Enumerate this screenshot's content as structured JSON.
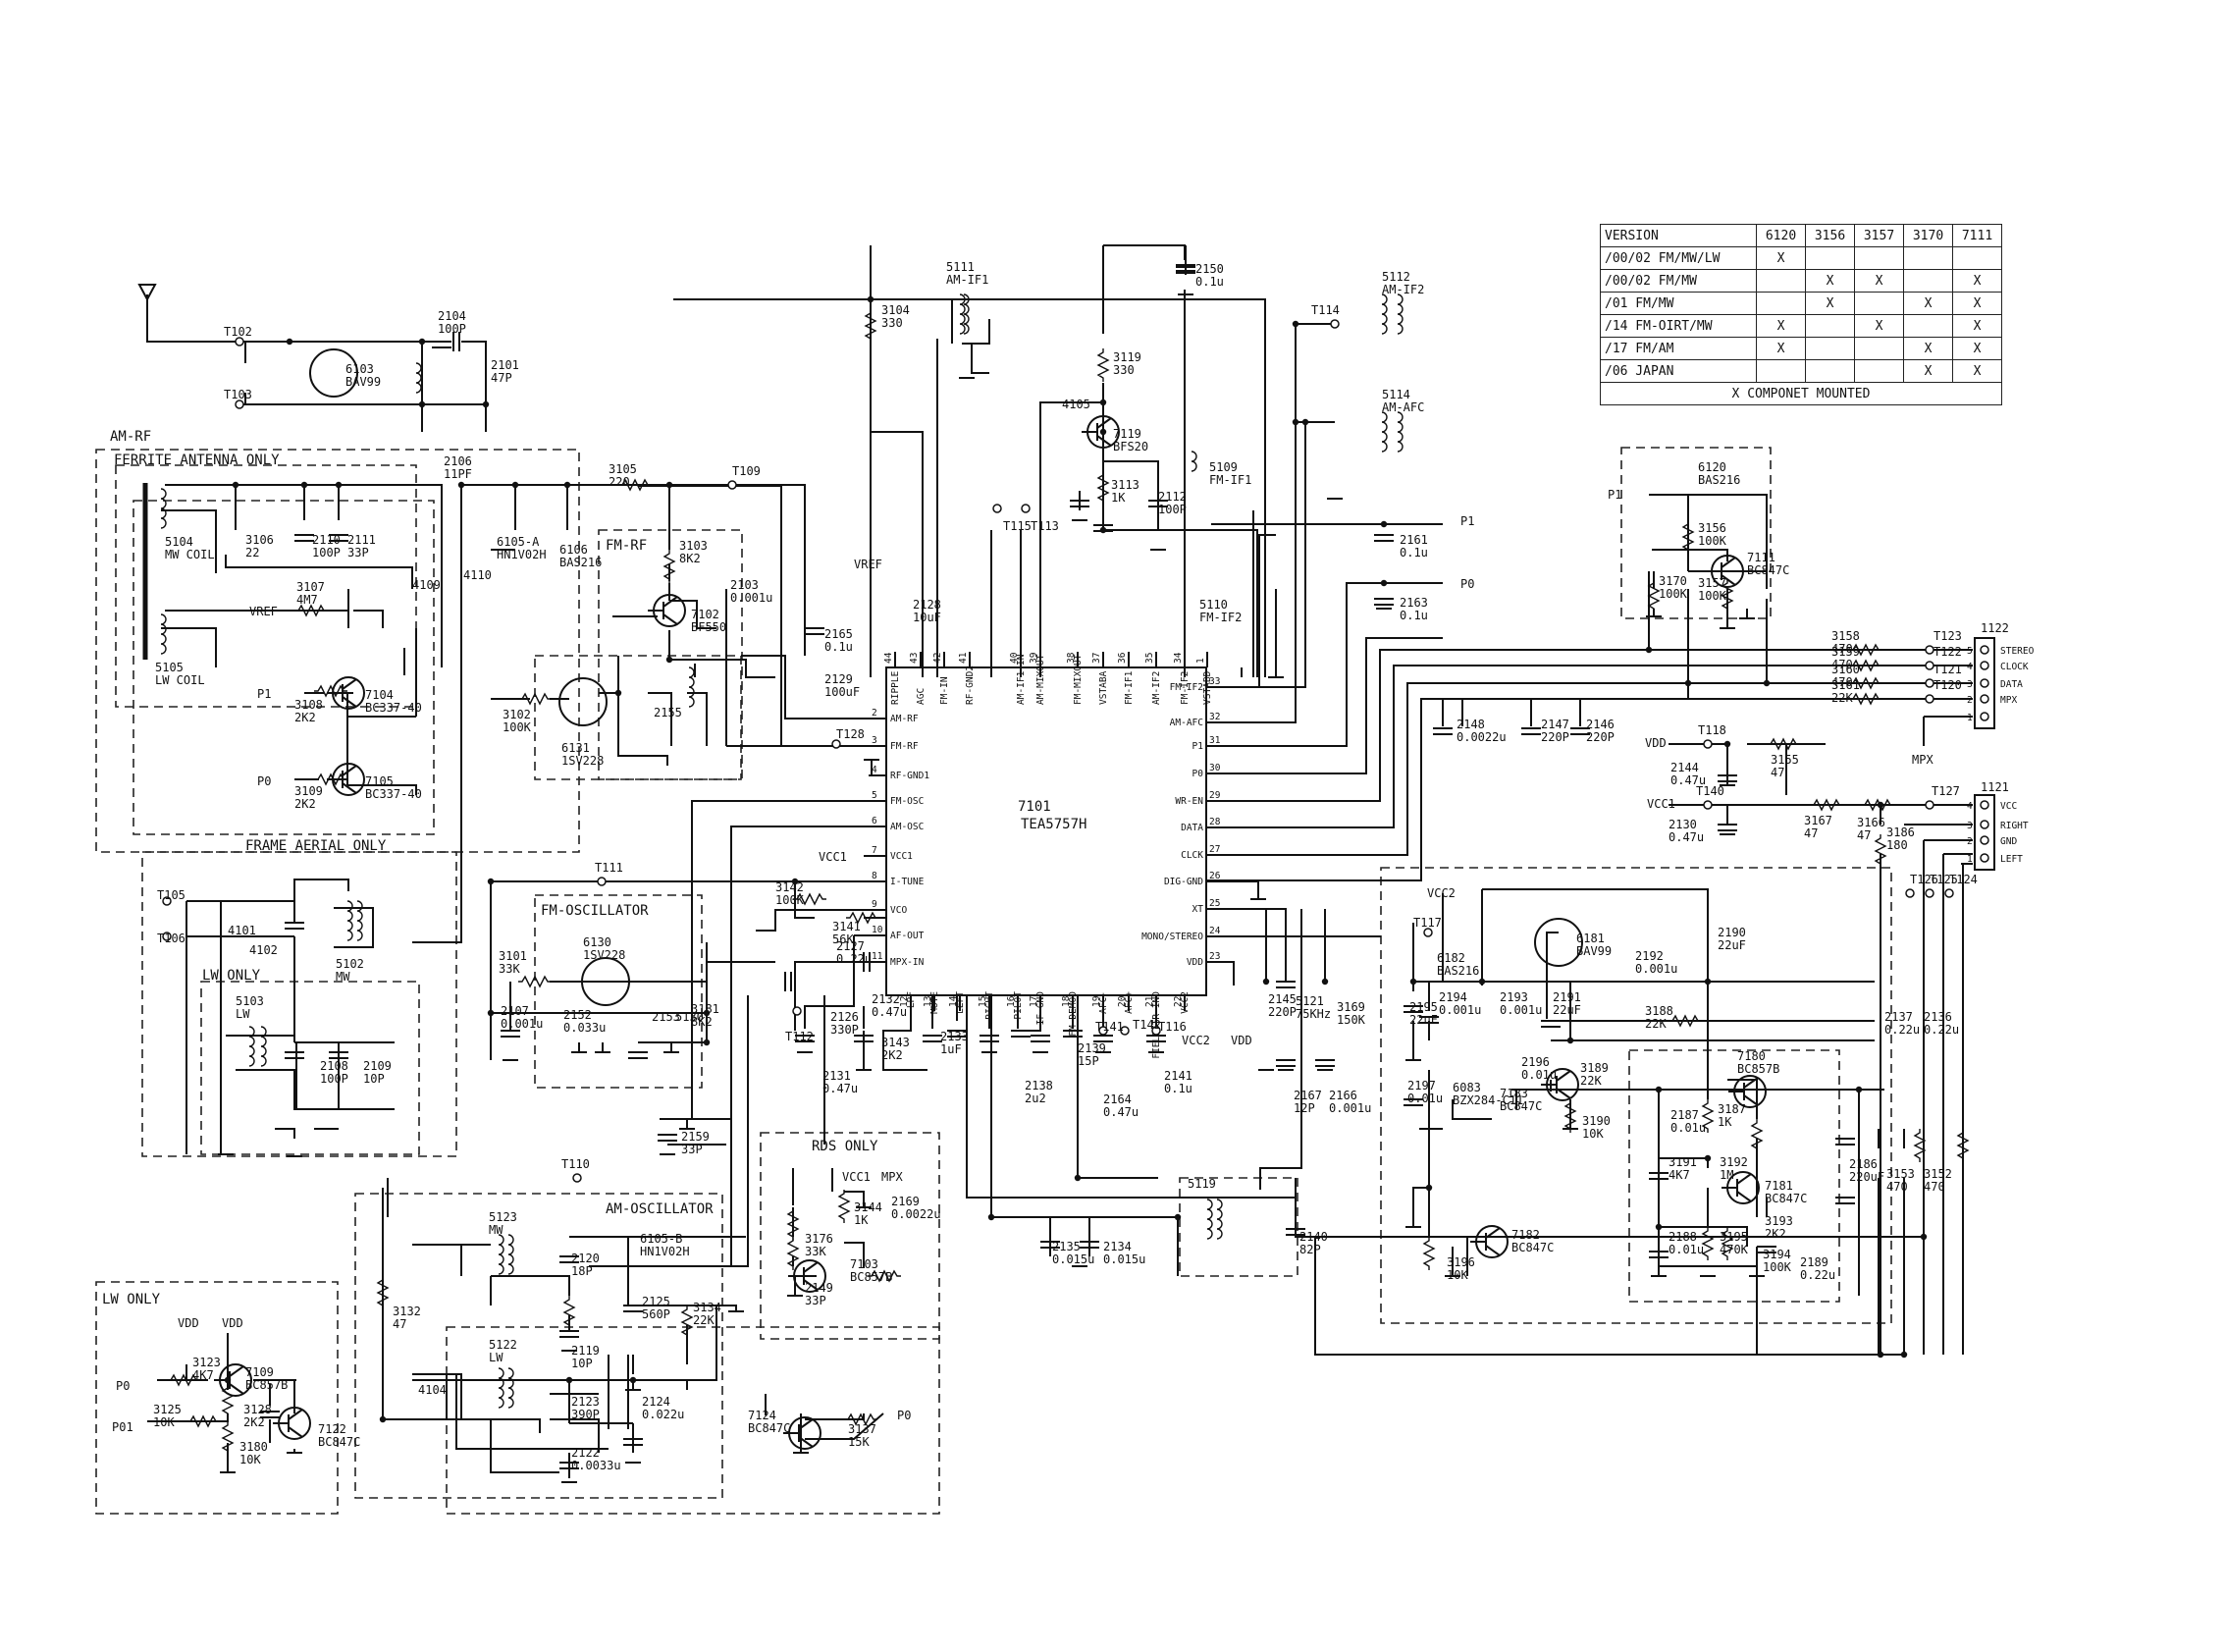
{
  "ic": {
    "ref": "7101",
    "part": "TEA5757H"
  },
  "ic_pins_left": [
    {
      "n": "2",
      "name": "AM-RF"
    },
    {
      "n": "3",
      "name": "FM-RF"
    },
    {
      "n": "4",
      "name": "RF-GND1"
    },
    {
      "n": "5",
      "name": "FM-OSC"
    },
    {
      "n": "6",
      "name": "AM-OSC"
    },
    {
      "n": "7",
      "name": "VCC1"
    },
    {
      "n": "8",
      "name": "I-TUNE"
    },
    {
      "n": "9",
      "name": "VCO"
    },
    {
      "n": "10",
      "name": "AF-OUT"
    },
    {
      "n": "11",
      "name": "MPX-IN"
    }
  ],
  "ic_pins_top": [
    {
      "n": "44",
      "name": "RIPPLE"
    },
    {
      "n": "43",
      "name": "AGC"
    },
    {
      "n": "42",
      "name": "FM-IN"
    },
    {
      "n": "41",
      "name": "RF-GND2"
    },
    {
      "n": "40",
      "name": "AM-IF1-IN"
    },
    {
      "n": "39",
      "name": "AM-MIXOUT"
    },
    {
      "n": "38",
      "name": "FM-MIXOUT"
    },
    {
      "n": "37",
      "name": "VSTABA"
    },
    {
      "n": "36",
      "name": "FM-IF1"
    },
    {
      "n": "35",
      "name": "AM-IF2"
    },
    {
      "n": "34",
      "name": "FM-IF2"
    },
    {
      "n": "1",
      "name": "VSTABD"
    }
  ],
  "ic_pins_right": [
    {
      "n": "33",
      "name": "FM-IF2"
    },
    {
      "n": "32",
      "name": "AM-AFC"
    },
    {
      "n": "31",
      "name": "P1"
    },
    {
      "n": "30",
      "name": "P0"
    },
    {
      "n": "29",
      "name": "WR-EN"
    },
    {
      "n": "28",
      "name": "DATA"
    },
    {
      "n": "27",
      "name": "CLCK"
    },
    {
      "n": "26",
      "name": "DIG-GND"
    },
    {
      "n": "25",
      "name": "XT"
    },
    {
      "n": "24",
      "name": "MONO/STEREO"
    },
    {
      "n": "23",
      "name": "VDD"
    }
  ],
  "ic_pins_bottom": [
    {
      "n": "12",
      "name": "LPF"
    },
    {
      "n": "13",
      "name": "MUTE"
    },
    {
      "n": "14",
      "name": "LEFT"
    },
    {
      "n": "15",
      "name": "RIGHT"
    },
    {
      "n": "16",
      "name": "PILOT"
    },
    {
      "n": "17",
      "name": "IF-GND"
    },
    {
      "n": "18",
      "name": "FM-DEMOD"
    },
    {
      "n": "19",
      "name": "AFC-"
    },
    {
      "n": "20",
      "name": "AFC+"
    },
    {
      "n": "21",
      "name": "FIELDSTR-IND"
    },
    {
      "n": "22",
      "name": "VCC2"
    }
  ],
  "blocks": [
    {
      "id": "am-rf",
      "label": "AM-RF"
    },
    {
      "id": "ferrite",
      "label": "FERRITE ANTENNA ONLY"
    },
    {
      "id": "fm-rf",
      "label": "FM-RF"
    },
    {
      "id": "frame",
      "label": "FRAME AERIAL ONLY"
    },
    {
      "id": "lw1",
      "label": "LW ONLY"
    },
    {
      "id": "fm-osc",
      "label": "FM-OSCILLATOR"
    },
    {
      "id": "am-osc",
      "label": "AM-OSCILLATOR"
    },
    {
      "id": "lw2",
      "label": "LW ONLY"
    },
    {
      "id": "rds",
      "label": "RDS ONLY"
    }
  ],
  "components": [
    {
      "ref": "T102"
    },
    {
      "ref": "T103"
    },
    {
      "ref": "6103",
      "val": "BAV99"
    },
    {
      "ref": "2104",
      "val": "100P"
    },
    {
      "ref": "2101",
      "val": "47P"
    },
    {
      "ref": "3104",
      "val": "330"
    },
    {
      "ref": "5111",
      "val": "AM-IF1"
    },
    {
      "ref": "2150",
      "val": "0.1u"
    },
    {
      "ref": "3119",
      "val": "330"
    },
    {
      "ref": "4105"
    },
    {
      "ref": "7119",
      "val": "BFS20"
    },
    {
      "ref": "3113",
      "val": "1K"
    },
    {
      "ref": "2112",
      "val": "100P"
    },
    {
      "ref": "5109",
      "val": "FM-IF1"
    },
    {
      "ref": "T115"
    },
    {
      "ref": "T113"
    },
    {
      "ref": "5112",
      "val": "AM-IF2"
    },
    {
      "ref": "T114"
    },
    {
      "ref": "5114",
      "val": "AM-AFC"
    },
    {
      "ref": "2161",
      "val": "0.1u"
    },
    {
      "ref": "2163",
      "val": "0.1u"
    },
    {
      "ref": "5110",
      "val": "FM-IF2"
    },
    {
      "ref": "2106",
      "val": "11PF"
    },
    {
      "ref": "3105",
      "val": "220"
    },
    {
      "ref": "T109"
    },
    {
      "ref": "6105-A",
      "val": "HN1V02H"
    },
    {
      "ref": "6106",
      "val": "BAS216"
    },
    {
      "ref": "3106",
      "val": "22"
    },
    {
      "ref": "2110",
      "val": "100P"
    },
    {
      "ref": "2111",
      "val": "33P"
    },
    {
      "ref": "5104",
      "val": "MW COIL"
    },
    {
      "ref": "3107",
      "val": "4M7"
    },
    {
      "ref": "4109"
    },
    {
      "ref": "4110"
    },
    {
      "ref": "5105",
      "val": "LW COIL"
    },
    {
      "ref": "3103",
      "val": "8K2"
    },
    {
      "ref": "7102",
      "val": "BF550"
    },
    {
      "ref": "2103",
      "val": "0.001u"
    },
    {
      "ref": "2165",
      "val": "0.1u"
    },
    {
      "ref": "2128",
      "val": "10uF"
    },
    {
      "ref": "2129",
      "val": "100uF"
    },
    {
      "ref": "3108",
      "val": "2K2"
    },
    {
      "ref": "7104",
      "val": "BC337-40"
    },
    {
      "ref": "3109",
      "val": "2K2"
    },
    {
      "ref": "7105",
      "val": "BC337-40"
    },
    {
      "ref": "3102",
      "val": "100K"
    },
    {
      "ref": "6131",
      "val": "1SV228"
    },
    {
      "ref": "2155"
    },
    {
      "ref": "T128"
    },
    {
      "ref": "T105"
    },
    {
      "ref": "T106"
    },
    {
      "ref": "4101"
    },
    {
      "ref": "4102"
    },
    {
      "ref": "5102",
      "val": "MW"
    },
    {
      "ref": "5103",
      "val": "LW"
    },
    {
      "ref": "2108",
      "val": "100P"
    },
    {
      "ref": "2109",
      "val": "10P"
    },
    {
      "ref": "T111"
    },
    {
      "ref": "3142",
      "val": "100K"
    },
    {
      "ref": "3141",
      "val": "56K"
    },
    {
      "ref": "3101",
      "val": "33K"
    },
    {
      "ref": "2107",
      "val": "0.001u"
    },
    {
      "ref": "6130",
      "val": "1SV228"
    },
    {
      "ref": "2152",
      "val": "0.033u"
    },
    {
      "ref": "2153"
    },
    {
      "ref": "5130"
    },
    {
      "ref": "3181",
      "val": "8K2"
    },
    {
      "ref": "2127",
      "val": "0.22u"
    },
    {
      "ref": "2126",
      "val": "330P"
    },
    {
      "ref": "T112"
    },
    {
      "ref": "2132",
      "val": "0.47u"
    },
    {
      "ref": "2131",
      "val": "0.47u"
    },
    {
      "ref": "3143",
      "val": "2K2"
    },
    {
      "ref": "2133",
      "val": "1uF"
    },
    {
      "ref": "2138",
      "val": "2u2"
    },
    {
      "ref": "2139",
      "val": "15P"
    },
    {
      "ref": "2164",
      "val": "0.47u"
    },
    {
      "ref": "T141"
    },
    {
      "ref": "T142"
    },
    {
      "ref": "T116"
    },
    {
      "ref": "2141",
      "val": "0.1u"
    },
    {
      "ref": "2145",
      "val": "220P"
    },
    {
      "ref": "5121",
      "val": "75KHz"
    },
    {
      "ref": "3169",
      "val": "150K"
    },
    {
      "ref": "2167",
      "val": "12P"
    },
    {
      "ref": "2166",
      "val": "0.001u"
    },
    {
      "ref": "2159",
      "val": "33P"
    },
    {
      "ref": "T110"
    },
    {
      "ref": "2135",
      "val": "0.015u"
    },
    {
      "ref": "2134",
      "val": "0.015u"
    },
    {
      "ref": "5119"
    },
    {
      "ref": "2140",
      "val": "82P"
    },
    {
      "ref": "5123",
      "val": "MW"
    },
    {
      "ref": "6105-B",
      "val": "HN1V02H"
    },
    {
      "ref": "2120",
      "val": "18P"
    },
    {
      "ref": "3132",
      "val": "47"
    },
    {
      "ref": "2125",
      "val": "560P"
    },
    {
      "ref": "3134",
      "val": "22K"
    },
    {
      "ref": "5122",
      "val": "LW"
    },
    {
      "ref": "2119",
      "val": "10P"
    },
    {
      "ref": "4104"
    },
    {
      "ref": "2123",
      "val": "390P"
    },
    {
      "ref": "2124",
      "val": "0.022u"
    },
    {
      "ref": "2122",
      "val": "0.0033u"
    },
    {
      "ref": "3123",
      "val": "4K7"
    },
    {
      "ref": "7109",
      "val": "BC857B"
    },
    {
      "ref": "3125",
      "val": "10K"
    },
    {
      "ref": "3128",
      "val": "2K2"
    },
    {
      "ref": "7122",
      "val": "BC847C"
    },
    {
      "ref": "3180",
      "val": "10K"
    },
    {
      "ref": "7124",
      "val": "BC847C"
    },
    {
      "ref": "3137",
      "val": "15K"
    },
    {
      "ref": "3144",
      "val": "1K"
    },
    {
      "ref": "2169",
      "val": "0.0022u"
    },
    {
      "ref": "3176",
      "val": "33K"
    },
    {
      "ref": "7103",
      "val": "BC857B"
    },
    {
      "ref": "2149",
      "val": "33P"
    },
    {
      "ref": "6120",
      "val": "BAS216"
    },
    {
      "ref": "3156",
      "val": "100K"
    },
    {
      "ref": "7111",
      "val": "BC847C"
    },
    {
      "ref": "3170",
      "val": "100K"
    },
    {
      "ref": "3157",
      "val": "100K"
    },
    {
      "ref": "3158",
      "val": "470"
    },
    {
      "ref": "3159",
      "val": "470"
    },
    {
      "ref": "3160",
      "val": "470"
    },
    {
      "ref": "3161",
      "val": "22K"
    },
    {
      "ref": "T123"
    },
    {
      "ref": "T122"
    },
    {
      "ref": "T121"
    },
    {
      "ref": "T120"
    },
    {
      "ref": "1122"
    },
    {
      "ref": "2148",
      "val": "0.0022u"
    },
    {
      "ref": "2147",
      "val": "220P"
    },
    {
      "ref": "2146",
      "val": "220P"
    },
    {
      "ref": "T118"
    },
    {
      "ref": "2144",
      "val": "0.47u"
    },
    {
      "ref": "3155",
      "val": "47"
    },
    {
      "ref": "T140"
    },
    {
      "ref": "2130",
      "val": "0.47u"
    },
    {
      "ref": "3167",
      "val": "47"
    },
    {
      "ref": "3166",
      "val": "47"
    },
    {
      "ref": "T127"
    },
    {
      "ref": "3186",
      "val": "180"
    },
    {
      "ref": "1121"
    },
    {
      "ref": "T126"
    },
    {
      "ref": "T125"
    },
    {
      "ref": "T124"
    },
    {
      "ref": "T117"
    },
    {
      "ref": "6181",
      "val": "BAV99"
    },
    {
      "ref": "2190",
      "val": "22uF"
    },
    {
      "ref": "6182",
      "val": "BAS216"
    },
    {
      "ref": "2192",
      "val": "0.001u"
    },
    {
      "ref": "2195",
      "val": "22uF"
    },
    {
      "ref": "2194",
      "val": "0.001u"
    },
    {
      "ref": "2193",
      "val": "0.001u"
    },
    {
      "ref": "2191",
      "val": "22uF"
    },
    {
      "ref": "3188",
      "val": "22K"
    },
    {
      "ref": "2137",
      "val": "0.22u"
    },
    {
      "ref": "2136",
      "val": "0.22u"
    },
    {
      "ref": "6083",
      "val": "BZX284-C11"
    },
    {
      "ref": "2197",
      "val": "0.01u"
    },
    {
      "ref": "2196",
      "val": "0.01u"
    },
    {
      "ref": "3189",
      "val": "22K"
    },
    {
      "ref": "7183",
      "val": "BC847C"
    },
    {
      "ref": "3190",
      "val": "10K"
    },
    {
      "ref": "7180",
      "val": "BC857B"
    },
    {
      "ref": "2187",
      "val": "0.01u"
    },
    {
      "ref": "3187",
      "val": "1K"
    },
    {
      "ref": "2186",
      "val": "220uF"
    },
    {
      "ref": "3191",
      "val": "4K7"
    },
    {
      "ref": "3192",
      "val": "1M"
    },
    {
      "ref": "7181",
      "val": "BC847C"
    },
    {
      "ref": "3193",
      "val": "2K2"
    },
    {
      "ref": "2188",
      "val": "0.01u"
    },
    {
      "ref": "3195",
      "val": "470K"
    },
    {
      "ref": "3194",
      "val": "100K"
    },
    {
      "ref": "2189",
      "val": "0.22u"
    },
    {
      "ref": "7182",
      "val": "BC847C"
    },
    {
      "ref": "3196",
      "val": "10K"
    },
    {
      "ref": "3153",
      "val": "470"
    },
    {
      "ref": "3152",
      "val": "470"
    }
  ],
  "connectors": {
    "1122": [
      "STEREO",
      "CLOCK",
      "DATA",
      "MPX",
      ""
    ],
    "1121": [
      "VCC",
      "RIGHT",
      "GND",
      "LEFT"
    ],
    "1122_pins": [
      "5",
      "4",
      "3",
      "2",
      "1"
    ],
    "1121_pins": [
      "4",
      "3",
      "2",
      "1"
    ]
  },
  "nets": {
    "vref": "VREF",
    "vcc1": "VCC1",
    "vcc2": "VCC2",
    "vdd": "VDD",
    "p0": "P0",
    "p1": "P1",
    "p01": "P01",
    "mpx": "MPX"
  },
  "version_table": {
    "headers": [
      "VERSION",
      "6120",
      "3156",
      "3157",
      "3170",
      "7111"
    ],
    "rows": [
      {
        "version": "/00/02 FM/MW/LW",
        "marks": [
          "X",
          "",
          "",
          "",
          ""
        ]
      },
      {
        "version": "/00/02 FM/MW",
        "marks": [
          "",
          "X",
          "X",
          "",
          "X"
        ]
      },
      {
        "version": "/01 FM/MW",
        "marks": [
          "",
          "X",
          "",
          "X",
          "X"
        ]
      },
      {
        "version": "/14 FM-OIRT/MW",
        "marks": [
          "X",
          "",
          "X",
          "",
          "X"
        ]
      },
      {
        "version": "/17 FM/AM",
        "marks": [
          "X",
          "",
          "",
          "X",
          "X"
        ]
      },
      {
        "version": "/06 JAPAN",
        "marks": [
          "",
          "",
          "",
          "X",
          "X"
        ]
      }
    ],
    "footer": "X COMPONET MOUNTED"
  }
}
